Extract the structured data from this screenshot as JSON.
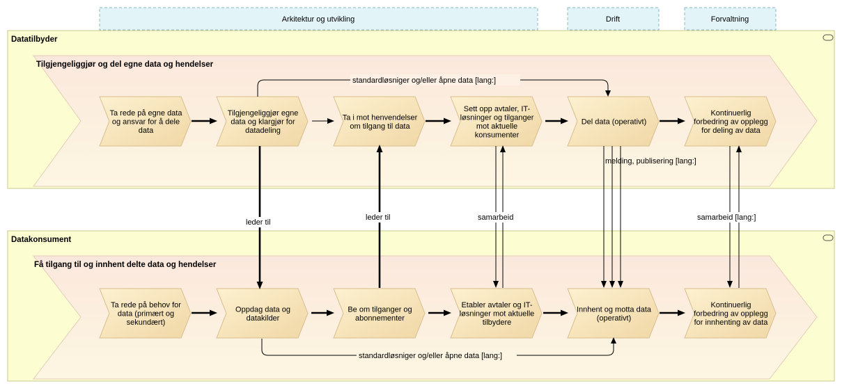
{
  "phases": [
    {
      "label": "Arkitektur og utvikling"
    },
    {
      "label": "Drift"
    },
    {
      "label": "Forvaltning"
    }
  ],
  "groups": [
    {
      "label": "Datatilbyder"
    },
    {
      "label": "Datakonsument"
    }
  ],
  "value_streams": [
    {
      "label": "Tilgjengeliggjør og del  egne data og hendelser"
    },
    {
      "label": "Få tilgang til og innhent delte data og hendelser"
    }
  ],
  "provider_steps": [
    {
      "lines": [
        "Ta rede på egne data",
        "og ansvar for å dele",
        "data"
      ]
    },
    {
      "lines": [
        "Tilgjengeliggjør egne",
        "data og klargjør for",
        "datadeling"
      ]
    },
    {
      "lines": [
        "Ta i mot henvendelser",
        "om tilgang til data"
      ]
    },
    {
      "lines": [
        "Sett opp avtaler, IT-",
        "løsninger og tilganger",
        "mot aktuelle",
        "konsumenter"
      ]
    },
    {
      "lines": [
        "Del data (operativt)"
      ]
    },
    {
      "lines": [
        "Kontinuerlig",
        "forbedring av opplegg",
        "for deling av data"
      ]
    }
  ],
  "consumer_steps": [
    {
      "lines": [
        "Ta rede på behov for",
        "data (primært og",
        "sekundært)"
      ]
    },
    {
      "lines": [
        "Oppdag data og",
        "datakilder"
      ]
    },
    {
      "lines": [
        "Be  om tilganger og",
        "abonnementer"
      ]
    },
    {
      "lines": [
        "Etabler avtaler og IT-",
        "løsninger mot aktuelle",
        "tilbydere"
      ]
    },
    {
      "lines": [
        "Innhent og motta data",
        "(operativt)"
      ]
    },
    {
      "lines": [
        "Kontinuerlig",
        "forbedring av opplegg",
        "for innhenting av data"
      ]
    }
  ],
  "relations": {
    "top_standard": "standardløsniger og/eller åpne data [lang:]",
    "bottom_standard": "standardløsniger og/eller åpne data [lang:]",
    "leads_to_1": "leder til",
    "leads_to_2": "leder til",
    "cooperation": "samarbeid",
    "message": "melding, publisering [lang:]",
    "cooperation_lang": "samarbeid [lang:]"
  }
}
